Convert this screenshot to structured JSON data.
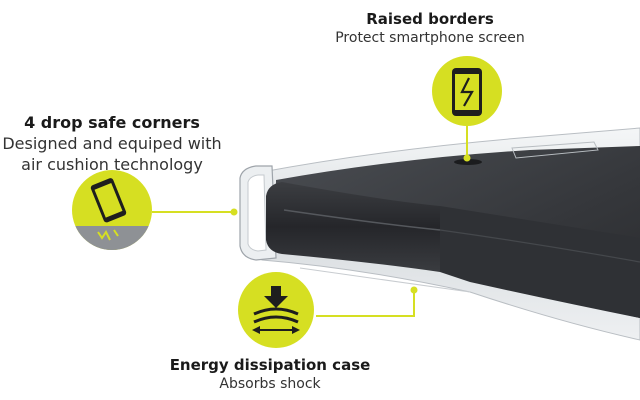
{
  "colors": {
    "accent": "#d6df22",
    "icon_dark": "#1e1e1e",
    "phone_dark": "#2e3033",
    "case_clear": "#e6e9ec"
  },
  "callouts": {
    "raised_borders": {
      "title": "Raised borders",
      "subtitle": "Protect  smartphone screen",
      "icon": "phone-screen-crack-icon"
    },
    "drop_corners": {
      "title": "4 drop safe corners",
      "line1": "Designed and equiped with",
      "line2": "air cushion technology",
      "icon": "phone-drop-impact-icon"
    },
    "energy": {
      "title": "Energy dissipation case",
      "subtitle": "Absorbs shock",
      "icon": "shock-absorb-icon"
    }
  }
}
